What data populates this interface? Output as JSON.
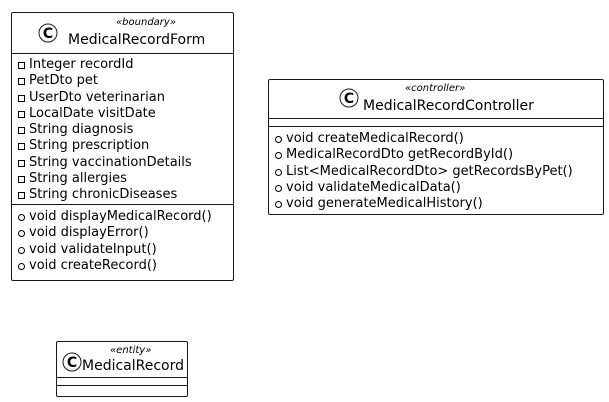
{
  "diagram": {
    "classes": [
      {
        "id": "medical-record-form",
        "stereotype": "«boundary»",
        "name": "MedicalRecordForm",
        "icon": "class-c-icon",
        "attributes": [
          {
            "visibility": "private",
            "text": "Integer recordId"
          },
          {
            "visibility": "private",
            "text": "PetDto pet"
          },
          {
            "visibility": "private",
            "text": "UserDto veterinarian"
          },
          {
            "visibility": "private",
            "text": "LocalDate visitDate"
          },
          {
            "visibility": "private",
            "text": "String diagnosis"
          },
          {
            "visibility": "private",
            "text": "String prescription"
          },
          {
            "visibility": "private",
            "text": "String vaccinationDetails"
          },
          {
            "visibility": "private",
            "text": "String allergies"
          },
          {
            "visibility": "private",
            "text": "String chronicDiseases"
          }
        ],
        "methods": [
          {
            "visibility": "public",
            "text": "void displayMedicalRecord()"
          },
          {
            "visibility": "public",
            "text": "void displayError()"
          },
          {
            "visibility": "public",
            "text": "void validateInput()"
          },
          {
            "visibility": "public",
            "text": "void createRecord()"
          }
        ]
      },
      {
        "id": "medical-record-controller",
        "stereotype": "«controller»",
        "name": "MedicalRecordController",
        "icon": "class-c-icon",
        "attributes": [],
        "methods": [
          {
            "visibility": "public",
            "text": "void createMedicalRecord()"
          },
          {
            "visibility": "public",
            "text": "MedicalRecordDto getRecordById()"
          },
          {
            "visibility": "public",
            "text": "List<MedicalRecordDto> getRecordsByPet()"
          },
          {
            "visibility": "public",
            "text": "void validateMedicalData()"
          },
          {
            "visibility": "public",
            "text": "void generateMedicalHistory()"
          }
        ]
      },
      {
        "id": "medical-record",
        "stereotype": "«entity»",
        "name": "MedicalRecord",
        "icon": "class-c-icon",
        "attributes": [],
        "methods": []
      }
    ],
    "colors": {
      "border": "#181818",
      "icon_fill": "#ffffff",
      "text": "#000000",
      "background": "#ffffff"
    }
  }
}
